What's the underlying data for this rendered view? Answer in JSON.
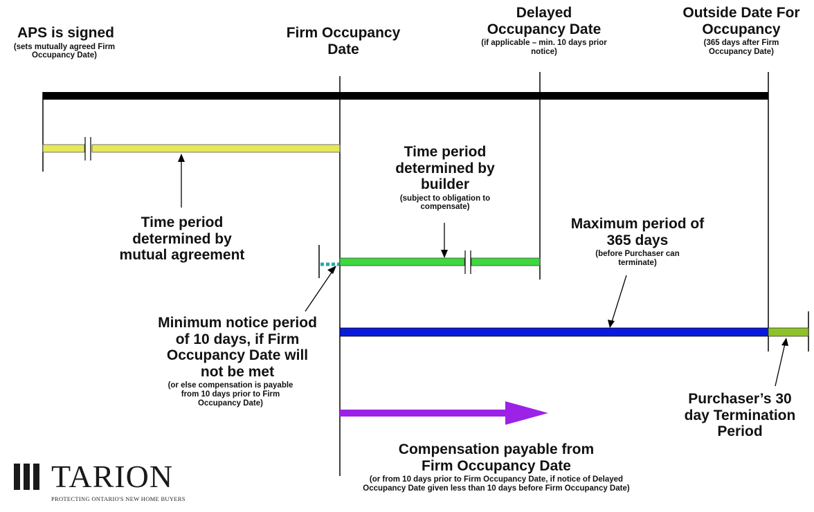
{
  "milestones": {
    "aps": {
      "title": "APS is signed",
      "note": "(sets mutually agreed Firm Occupancy Date)"
    },
    "firm": {
      "title": "Firm Occupancy Date"
    },
    "delayed": {
      "title": "Delayed Occupancy  Date",
      "note": "(if applicable – min. 10 days prior notice)"
    },
    "outside": {
      "title": "Outside Date For Occupancy",
      "note": "(365 days after Firm Occupancy Date)"
    }
  },
  "periods": {
    "mutual": {
      "title": "Time period determined by mutual agreement"
    },
    "builder": {
      "title": "Time period determined by builder",
      "note": "(subject to obligation to compensate)"
    },
    "maximum": {
      "title": "Maximum period of 365 days",
      "note": "(before Purchaser can terminate)"
    },
    "notice": {
      "title": "Minimum notice period of 10 days, if Firm Occupancy Date will not be met",
      "note": "(or else compensation is payable from 10 days prior to Firm Occupancy Date)"
    },
    "termination": {
      "title": "Purchaser’s 30 day Termination Period"
    },
    "compensation": {
      "title": "Compensation payable from Firm Occupancy Date",
      "note": "(or from 10 days prior to Firm Occupancy Date, if notice of Delayed Occupancy Date given less than 10 days before Firm Occupancy Date)"
    }
  },
  "logo": {
    "wordmark": "TARION",
    "tagline": "PROTECTING ONTARIO'S NEW HOME BUYERS"
  },
  "colors": {
    "timeline": "#000000",
    "mutual_bar": "#e6e85a",
    "builder_bar": "#3fd83f",
    "maximum_bar": "#0a1adc",
    "termination_bar": "#8fc228",
    "notice_dots": "#2aa7a7",
    "compensation_arrow": "#9b22e6"
  }
}
